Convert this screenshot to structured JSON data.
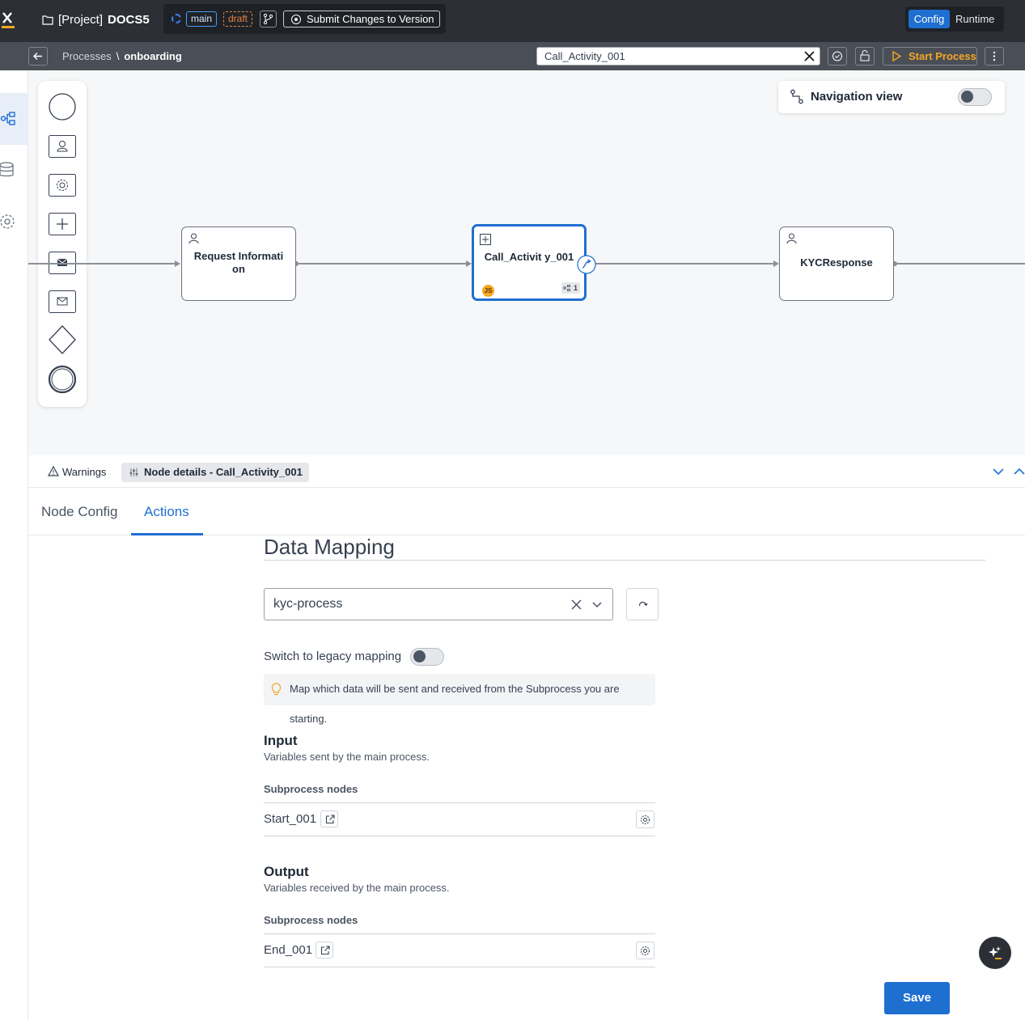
{
  "topbar": {
    "project_prefix": "[Project]",
    "project_name": "DOCS5",
    "branch": "main",
    "status": "draft",
    "submit_label": "Submit Changes to Version",
    "mode_config": "Config",
    "mode_runtime": "Runtime"
  },
  "subbar": {
    "crumb_root": "Processes",
    "crumb_sep": "\\",
    "crumb_current": "onboarding",
    "search_value": "Call_Activity_001",
    "start_label": "Start Process"
  },
  "canvas": {
    "nav_view_label": "Navigation view",
    "nodes": [
      {
        "label": "Request Informati on"
      },
      {
        "label": "Call_Activit y_001",
        "badge": "1",
        "script_tag": "JS"
      },
      {
        "label": "KYCResponse"
      }
    ]
  },
  "panel": {
    "warnings_label": "Warnings",
    "node_details_label": "Node details - Call_Activity_001",
    "tabs": [
      {
        "label": "Node Config"
      },
      {
        "label": "Actions"
      }
    ],
    "active_tab": "Actions"
  },
  "mapping": {
    "title": "Data Mapping",
    "selected_process": "kyc-process",
    "legacy_label": "Switch to legacy mapping",
    "hint": "Map which data will be sent and received from the Subprocess you are starting.",
    "input": {
      "title": "Input",
      "subtitle": "Variables sent by the main process.",
      "nodes_label": "Subprocess nodes",
      "node": "Start_001"
    },
    "output": {
      "title": "Output",
      "subtitle": "Variables received by the main process.",
      "nodes_label": "Subprocess nodes",
      "node": "End_001"
    },
    "save_label": "Save"
  },
  "colors": {
    "accent": "#1f6fd1",
    "topbar": "#2c3036",
    "start_process": "#f5a623",
    "draft": "#e8833a"
  }
}
